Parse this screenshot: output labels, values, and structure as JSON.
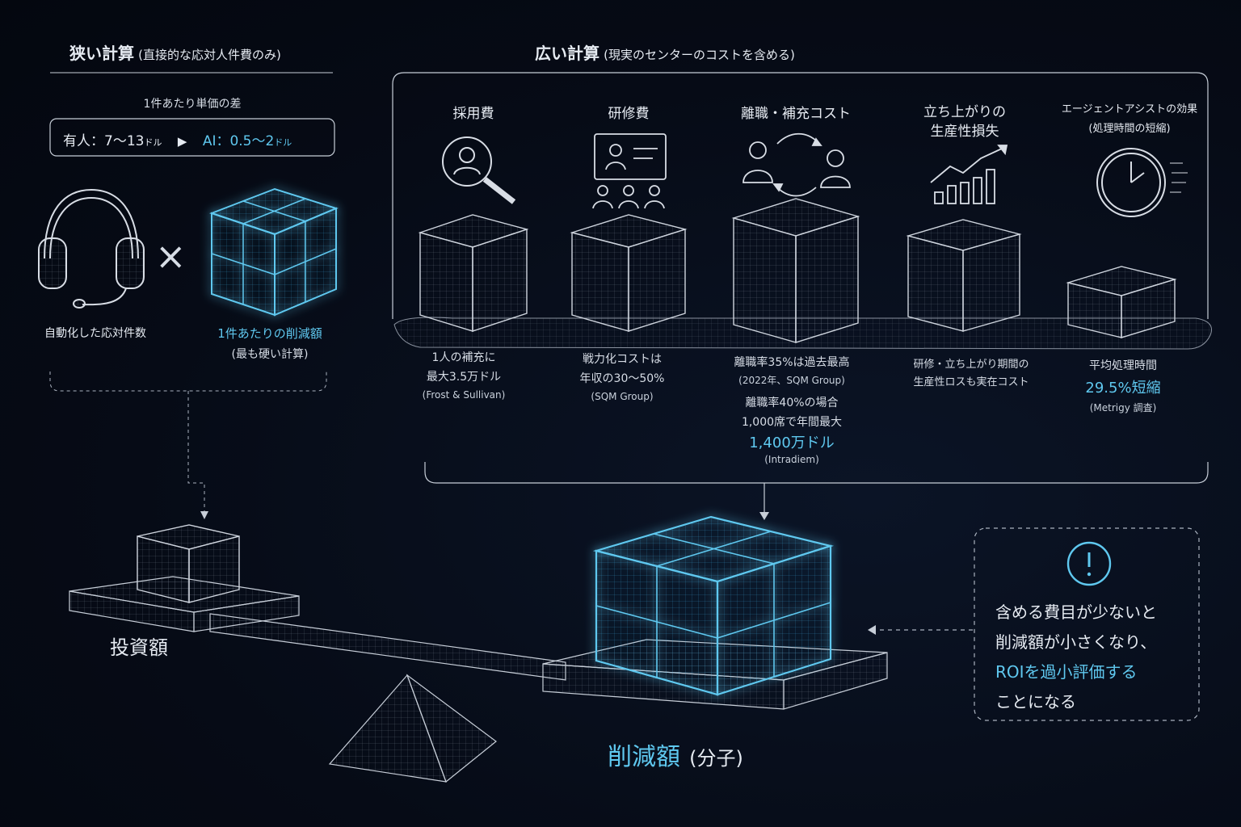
{
  "left": {
    "title": "狭い計算",
    "title_sub": "(直接的な応対人件費のみ)",
    "unit_diff_label": "1件あたり単価の差",
    "unit_diff": {
      "human": "有人：7〜13",
      "human_unit": "ドル",
      "ai": "AI：0.5〜2",
      "ai_unit": "ドル",
      "arrow": "▶"
    },
    "times_sign": "×",
    "factor1": "自動化した応対件数",
    "factor2": "1件あたりの削減額",
    "factor2_note": "(最も硬い計算)"
  },
  "right": {
    "title": "広い計算",
    "title_sub": "(現実のセンターのコストを含める)",
    "items": [
      {
        "label": [
          "採用費"
        ],
        "icon": "search-person-icon",
        "notes": [
          "1人の補充に",
          "最大3.5万ドル"
        ],
        "source": "(Frost & Sullivan)"
      },
      {
        "label": [
          "研修費"
        ],
        "icon": "training-presentation-icon",
        "notes": [
          "戦力化コストは",
          "年収の30〜50%"
        ],
        "source": "(SQM Group)"
      },
      {
        "label": [
          "離職・補充コスト"
        ],
        "icon": "staff-replacement-icon",
        "notes": [
          "離職率35%は過去最高",
          "(2022年、SQM Group)",
          "離職率40%の場合",
          "1,000席で年間最大"
        ],
        "highlight": "1,400万ドル",
        "source": "(Intradiem)"
      },
      {
        "label": [
          "立ち上がりの",
          "生産性損失"
        ],
        "icon": "growth-chart-icon",
        "notes": [
          "研修・立ち上がり期間の",
          "生産性ロスも実在コスト"
        ],
        "source": ""
      },
      {
        "label": [
          "エージェントアシストの効果",
          "(処理時間の短縮)"
        ],
        "icon": "clock-icon",
        "notes": [
          "平均処理時間"
        ],
        "highlight": "29.5%短縮",
        "source": "(Metrigy 調査)"
      }
    ]
  },
  "scale": {
    "investment": "投資額",
    "savings": "削減額",
    "savings_sub": "(分子)"
  },
  "warning": {
    "icon": "exclamation-icon",
    "line1": "含める費目が少ないと",
    "line2": "削減額が小さくなり、",
    "line3_highlight": "ROIを過小評価する",
    "line4": "ことになる"
  },
  "colors": {
    "accent": "#5fc8ef",
    "background": "#060b16",
    "line": "#c7ced8"
  }
}
